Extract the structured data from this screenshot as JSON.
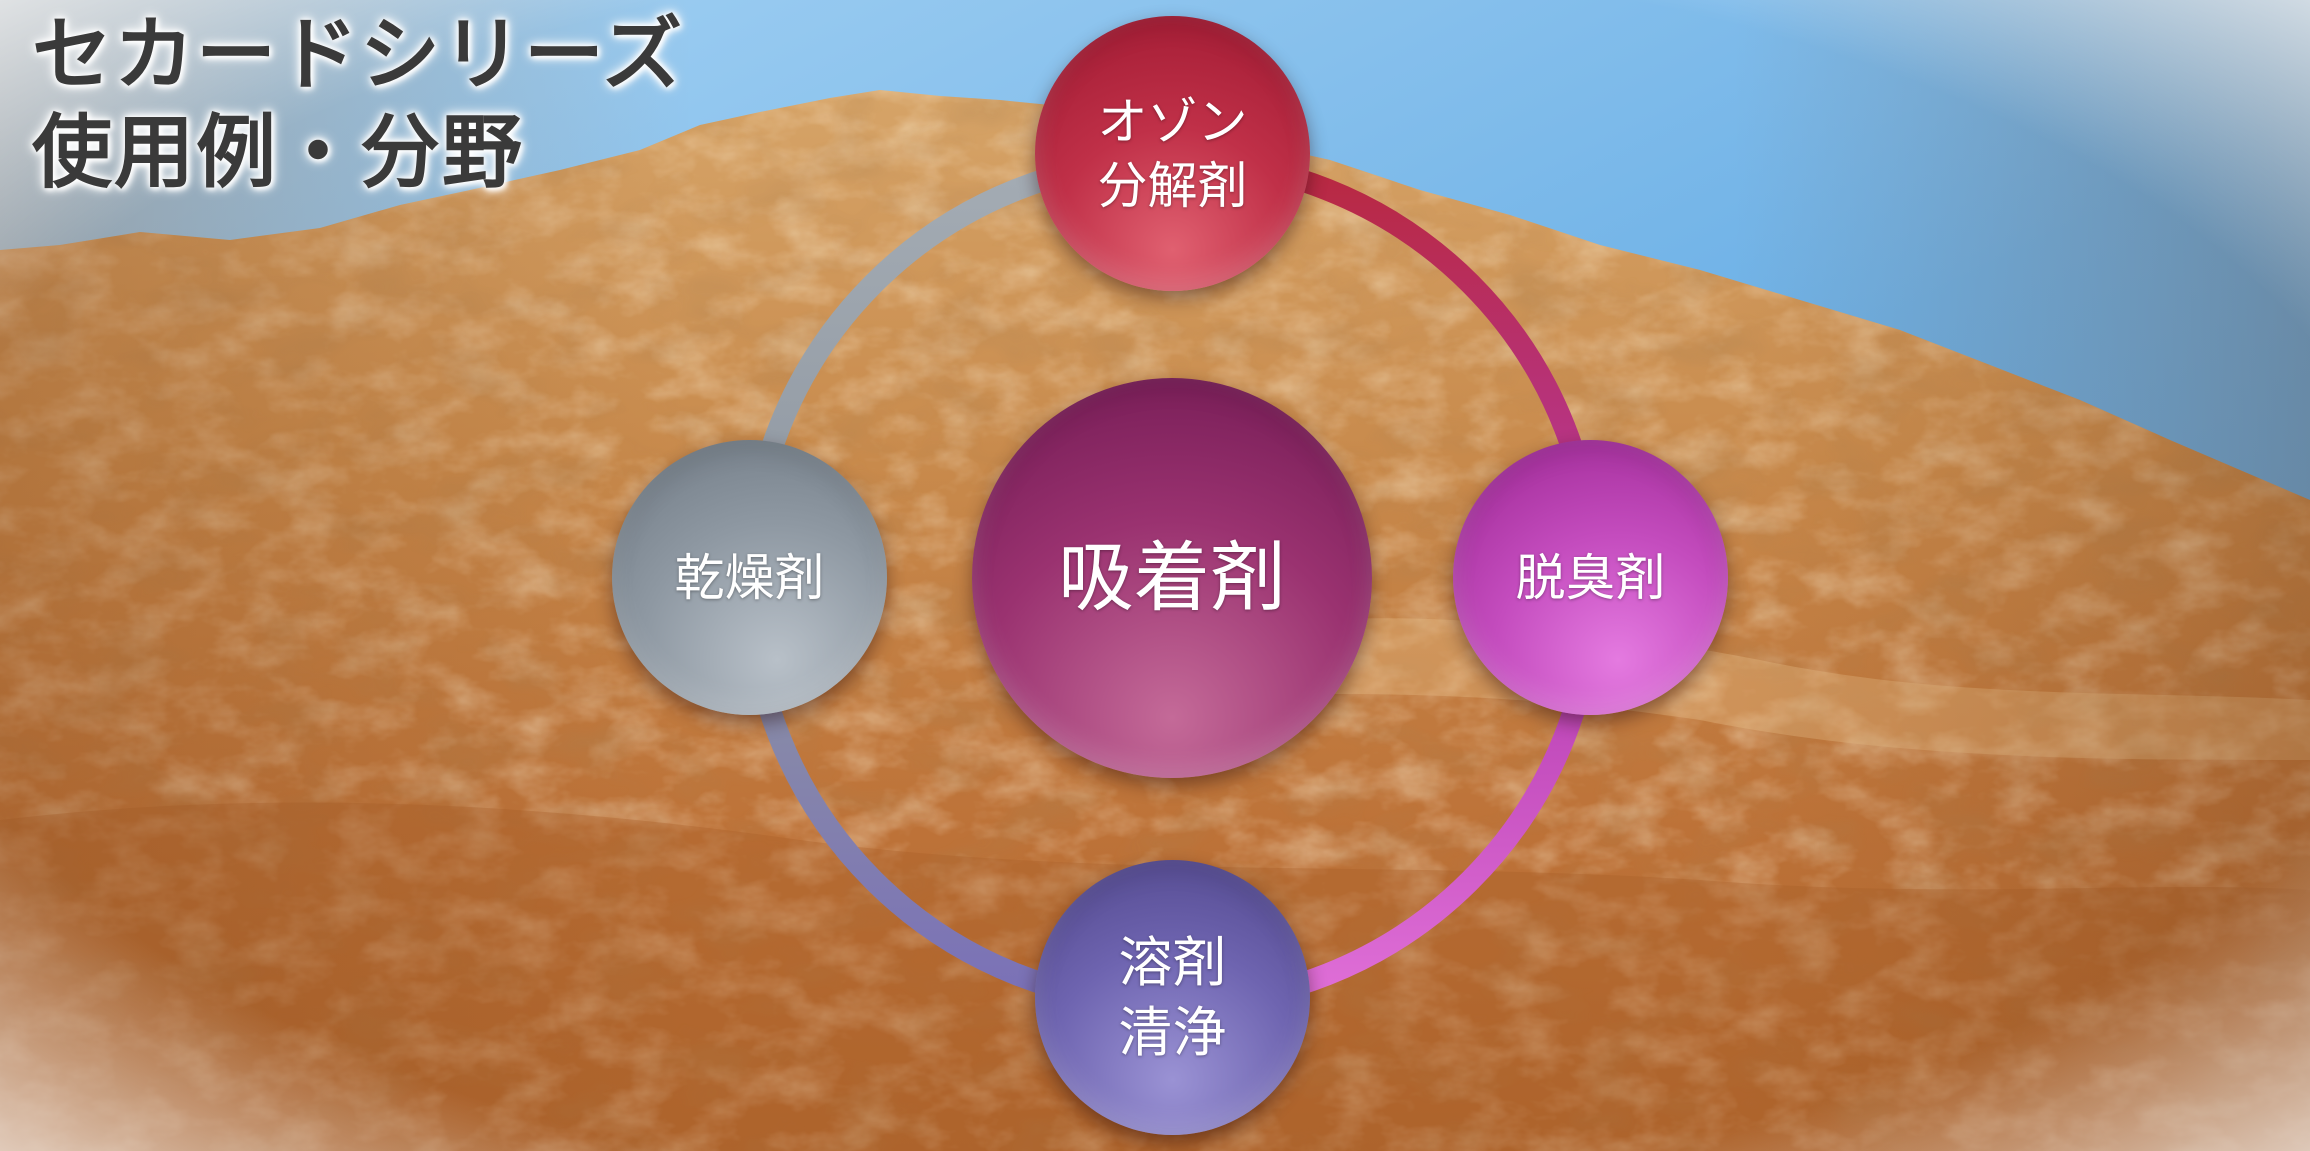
{
  "title": {
    "line1": "セカードシリーズ",
    "line2": "使用例・分野"
  },
  "diagram": {
    "center": {
      "label": "吸着剤"
    },
    "nodes": {
      "top": {
        "lines": [
          "オゾン",
          "分解剤"
        ]
      },
      "right": {
        "lines": [
          "脱臭剤"
        ]
      },
      "bottom": {
        "lines": [
          "溶剤",
          "清浄"
        ]
      },
      "left": {
        "lines": [
          "乾燥剤"
        ]
      }
    }
  },
  "colors": {
    "ozone": "#b8283e",
    "deodorant": "#b63cb0",
    "solvent": "#6a60a8",
    "desiccant": "#8e98a2",
    "adsorbent": "#8a2a62",
    "sky": "#6cb0e6",
    "rock": "#c07838"
  },
  "background": {
    "icon": "rock-cliff-photo"
  }
}
